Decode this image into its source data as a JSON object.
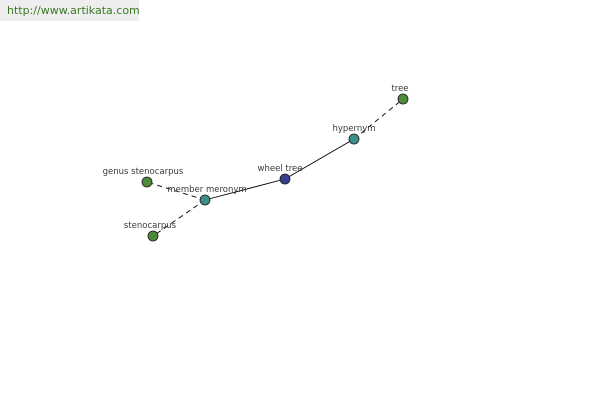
{
  "header": {
    "url": "http://www.artikata.com"
  },
  "graph": {
    "colors": {
      "leaf": "#4f8a3c",
      "relation": "#3f8c8c",
      "center": "#35408a",
      "edge": "#000000",
      "stroke": "#1a1a1a"
    },
    "nodes": [
      {
        "id": "tree",
        "label": "tree",
        "kind": "leaf"
      },
      {
        "id": "hypernym",
        "label": "hypernym",
        "kind": "relation"
      },
      {
        "id": "wheel-tree",
        "label": "wheel tree",
        "kind": "center"
      },
      {
        "id": "member-meronym",
        "label": "member meronym",
        "kind": "relation"
      },
      {
        "id": "genus-stenocarpus",
        "label": "genus stenocarpus",
        "kind": "leaf"
      },
      {
        "id": "stenocarpus",
        "label": "stenocarpus",
        "kind": "leaf"
      }
    ],
    "edges": [
      {
        "from": "wheel-tree",
        "to": "hypernym",
        "style": "solid"
      },
      {
        "from": "hypernym",
        "to": "tree",
        "style": "dashed"
      },
      {
        "from": "wheel-tree",
        "to": "member-meronym",
        "style": "solid"
      },
      {
        "from": "member-meronym",
        "to": "genus-stenocarpus",
        "style": "dashed"
      },
      {
        "from": "member-meronym",
        "to": "stenocarpus",
        "style": "dashed"
      }
    ]
  }
}
